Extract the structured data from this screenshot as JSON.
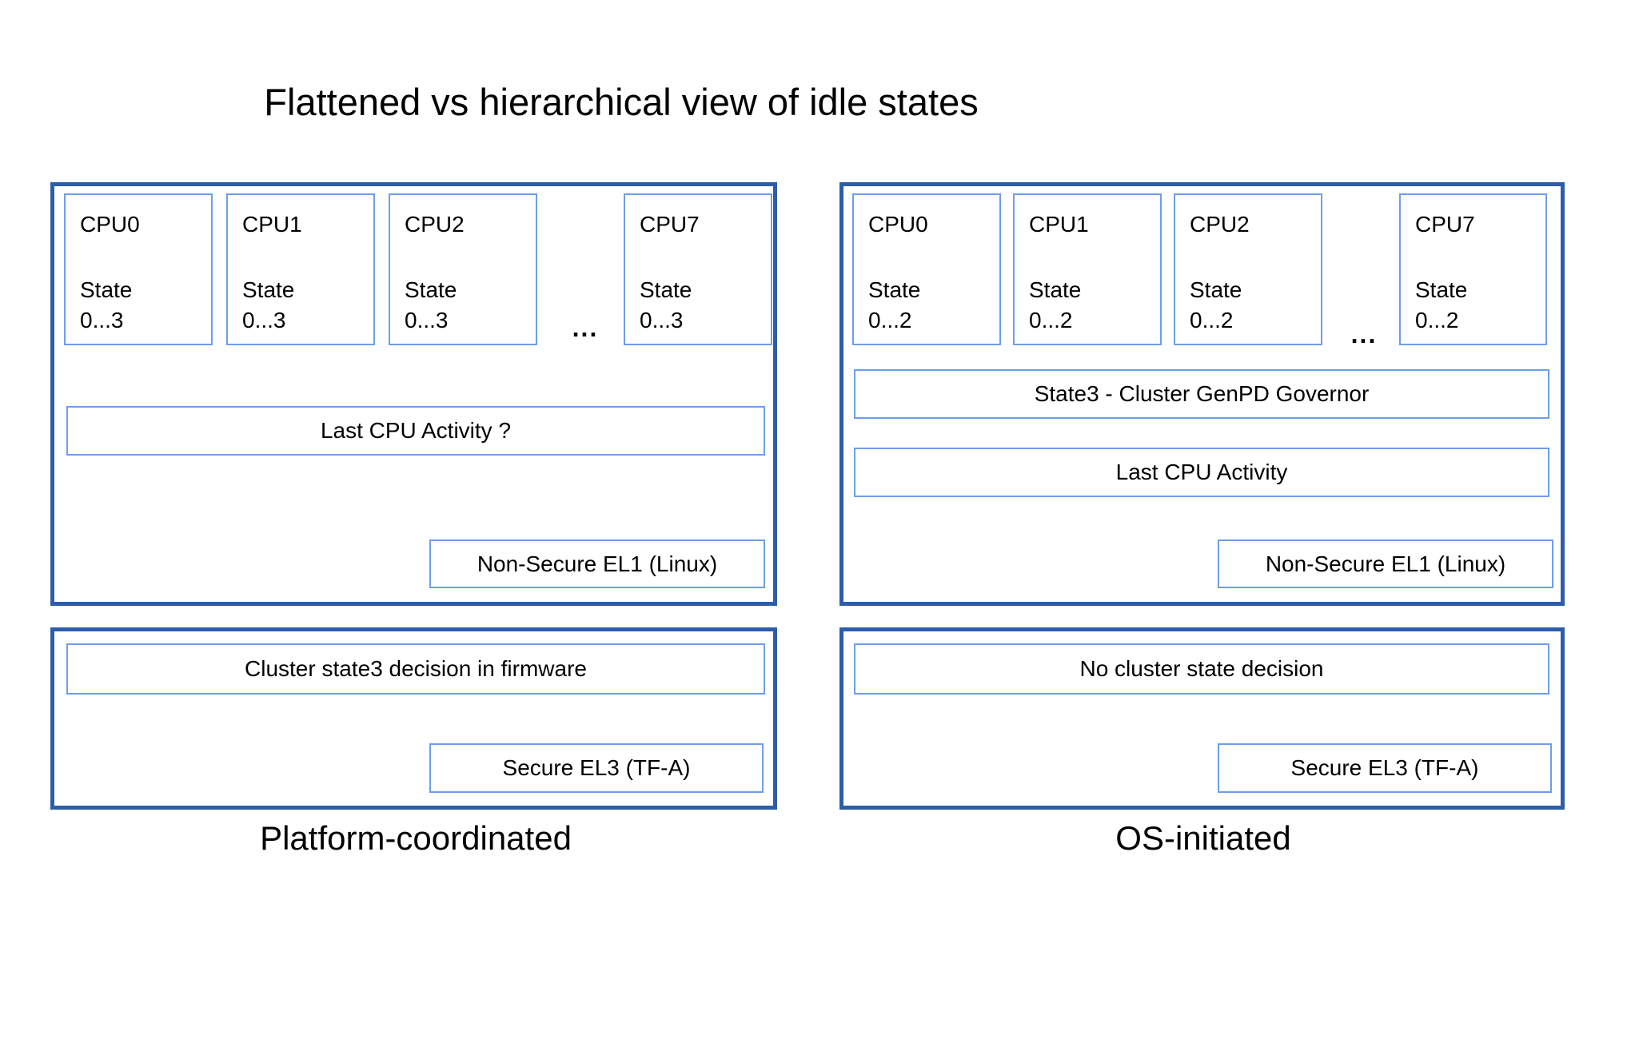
{
  "title": "Flattened vs hierarchical view of idle states",
  "colors": {
    "outer_border": "#2d5da8",
    "inner_border": "#6d9eeb"
  },
  "left_panel": {
    "caption": "Platform-coordinated",
    "ellipsis": "...",
    "cpus": [
      {
        "name": "CPU0",
        "state_label": "State",
        "state_range": "0...3"
      },
      {
        "name": "CPU1",
        "state_label": "State",
        "state_range": "0...3"
      },
      {
        "name": "CPU2",
        "state_label": "State",
        "state_range": "0...3"
      },
      {
        "name": "CPU7",
        "state_label": "State",
        "state_range": "0...3"
      }
    ],
    "last_activity": "Last CPU Activity ?",
    "non_secure": "Non-Secure EL1 (Linux)",
    "cluster_decision": "Cluster state3 decision in firmware",
    "secure": "Secure EL3 (TF-A)"
  },
  "right_panel": {
    "caption": "OS-initiated",
    "ellipsis": "...",
    "cpus": [
      {
        "name": "CPU0",
        "state_label": "State",
        "state_range": "0...2"
      },
      {
        "name": "CPU1",
        "state_label": "State",
        "state_range": "0...2"
      },
      {
        "name": "CPU2",
        "state_label": "State",
        "state_range": "0...2"
      },
      {
        "name": "CPU7",
        "state_label": "State",
        "state_range": "0...2"
      }
    ],
    "governor": "State3 - Cluster GenPD Governor",
    "last_activity": "Last CPU Activity",
    "non_secure": "Non-Secure EL1 (Linux)",
    "no_cluster_decision": "No cluster state decision",
    "secure": "Secure EL3 (TF-A)"
  }
}
